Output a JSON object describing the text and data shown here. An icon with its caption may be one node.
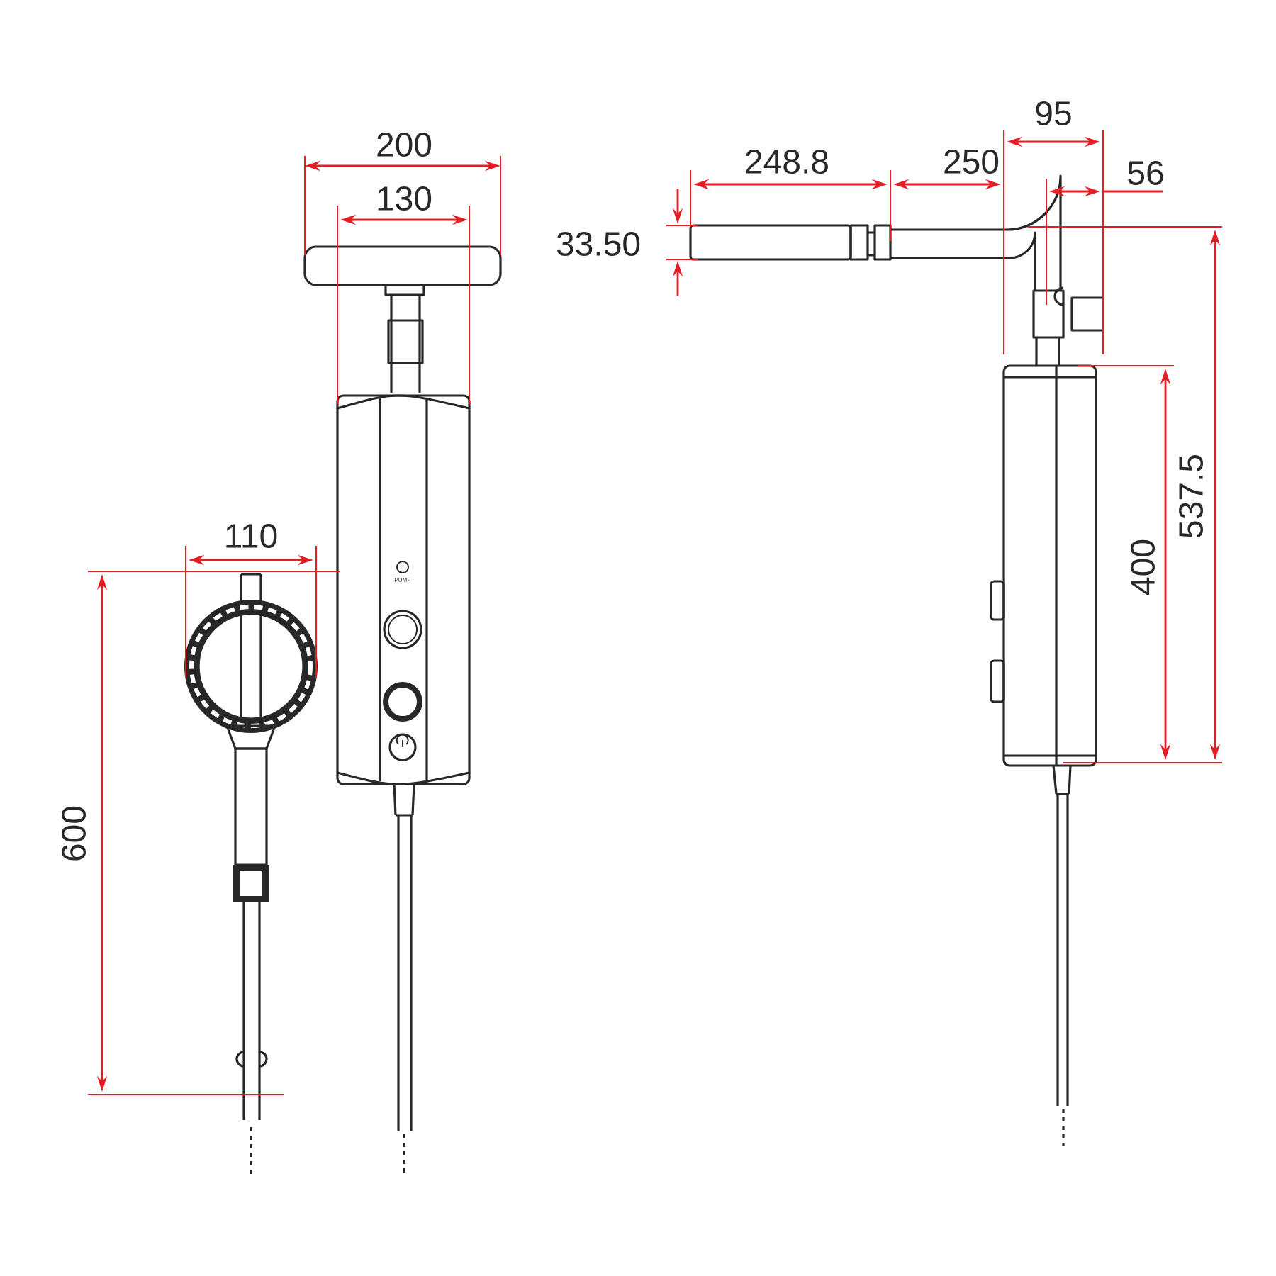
{
  "diagram": {
    "labels": [
      "95",
      "200",
      "248.8",
      "250",
      "56",
      "130",
      "33.50",
      "110",
      "537.5",
      "400",
      "600",
      "PUMP"
    ]
  }
}
